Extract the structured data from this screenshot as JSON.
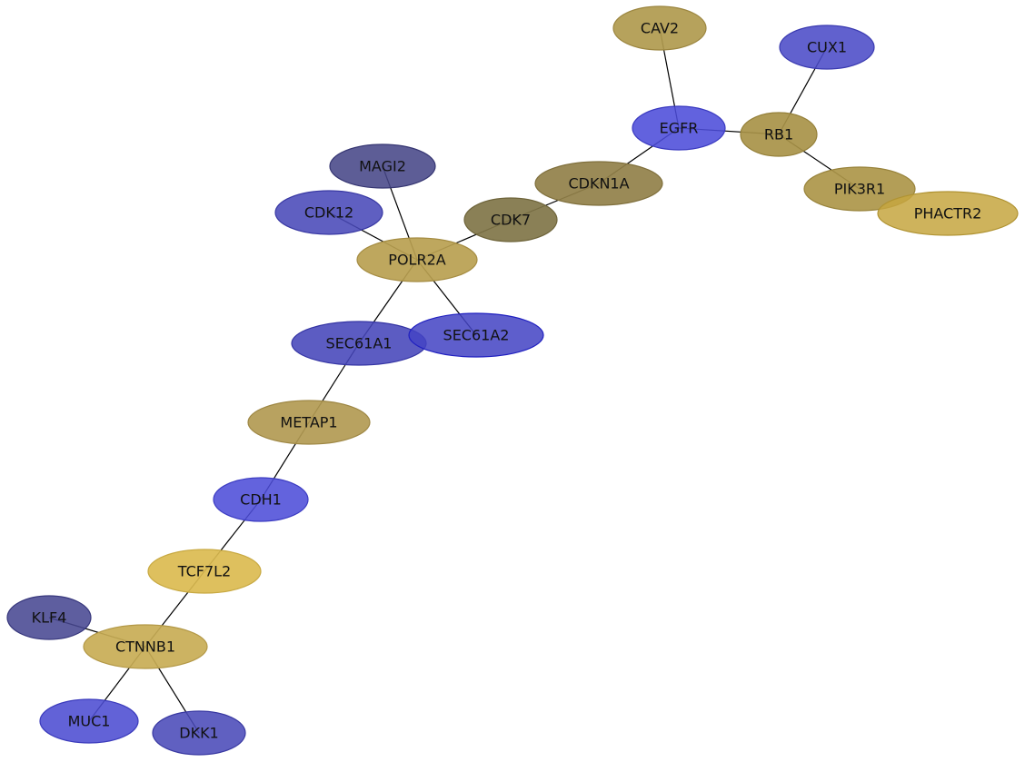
{
  "network": {
    "nodes": [
      {
        "id": "CAV2",
        "label": "CAV2",
        "fill": "#b09a4e",
        "stroke": "#9c8640",
        "opacity": 0.92
      },
      {
        "id": "CUX1",
        "label": "CUX1",
        "fill": "#4b4bc7",
        "stroke": "#3a3ab0",
        "opacity": 0.88
      },
      {
        "id": "EGFR",
        "label": "EGFR",
        "fill": "#4c4cd9",
        "stroke": "#3a3ac0",
        "opacity": 0.88
      },
      {
        "id": "RB1",
        "label": "RB1",
        "fill": "#a89348",
        "stroke": "#95803a",
        "opacity": 0.92
      },
      {
        "id": "MAGI2",
        "label": "MAGI2",
        "fill": "#474788",
        "stroke": "#363672",
        "opacity": 0.88
      },
      {
        "id": "CDKN1A",
        "label": "CDKN1A",
        "fill": "#918049",
        "stroke": "#7f6f3c",
        "opacity": 0.92
      },
      {
        "id": "PIK3R1",
        "label": "PIK3R1",
        "fill": "#ac9649",
        "stroke": "#98833b",
        "opacity": 0.92
      },
      {
        "id": "PHACTR2",
        "label": "PHACTR2",
        "fill": "#c6a640",
        "stroke": "#b09332",
        "opacity": 0.85
      },
      {
        "id": "CDK12",
        "label": "CDK12",
        "fill": "#4949b8",
        "stroke": "#3838a3",
        "opacity": 0.88
      },
      {
        "id": "CDK7",
        "label": "CDK7",
        "fill": "#807548",
        "stroke": "#6e643a",
        "opacity": 0.92
      },
      {
        "id": "POLR2A",
        "label": "POLR2A",
        "fill": "#b9a050",
        "stroke": "#a58c42",
        "opacity": 0.92
      },
      {
        "id": "SEC61A1",
        "label": "SEC61A1",
        "fill": "#4646ba",
        "stroke": "#3535a4",
        "opacity": 0.88
      },
      {
        "id": "SEC61A2",
        "label": "SEC61A2",
        "fill": "#4444c4",
        "stroke": "#2020c0",
        "opacity": 0.86
      },
      {
        "id": "METAP1",
        "label": "METAP1",
        "fill": "#b29a52",
        "stroke": "#9e8744",
        "opacity": 0.92
      },
      {
        "id": "CDH1",
        "label": "CDH1",
        "fill": "#4d4dd8",
        "stroke": "#3c3cc2",
        "opacity": 0.88
      },
      {
        "id": "TCF7L2",
        "label": "TCF7L2",
        "fill": "#dbbb50",
        "stroke": "#c8a942",
        "opacity": 0.92
      },
      {
        "id": "KLF4",
        "label": "KLF4",
        "fill": "#484892",
        "stroke": "#37377c",
        "opacity": 0.88
      },
      {
        "id": "CTNNB1",
        "label": "CTNNB1",
        "fill": "#c8ac55",
        "stroke": "#b39846",
        "opacity": 0.92
      },
      {
        "id": "MUC1",
        "label": "MUC1",
        "fill": "#4c4cd2",
        "stroke": "#3b3bbc",
        "opacity": 0.88
      },
      {
        "id": "DKK1",
        "label": "DKK1",
        "fill": "#4a4ab8",
        "stroke": "#3939a2",
        "opacity": 0.88
      }
    ],
    "edges": [
      [
        "CAV2",
        "EGFR"
      ],
      [
        "CUX1",
        "RB1"
      ],
      [
        "EGFR",
        "RB1"
      ],
      [
        "EGFR",
        "CDKN1A"
      ],
      [
        "RB1",
        "PIK3R1"
      ],
      [
        "CDKN1A",
        "CDK7"
      ],
      [
        "CDK7",
        "POLR2A"
      ],
      [
        "MAGI2",
        "POLR2A"
      ],
      [
        "CDK12",
        "POLR2A"
      ],
      [
        "POLR2A",
        "SEC61A1"
      ],
      [
        "POLR2A",
        "SEC61A2"
      ],
      [
        "SEC61A1",
        "METAP1"
      ],
      [
        "METAP1",
        "CDH1"
      ],
      [
        "CDH1",
        "TCF7L2"
      ],
      [
        "TCF7L2",
        "CTNNB1"
      ],
      [
        "KLF4",
        "CTNNB1"
      ],
      [
        "CTNNB1",
        "MUC1"
      ],
      [
        "CTNNB1",
        "DKK1"
      ]
    ]
  }
}
